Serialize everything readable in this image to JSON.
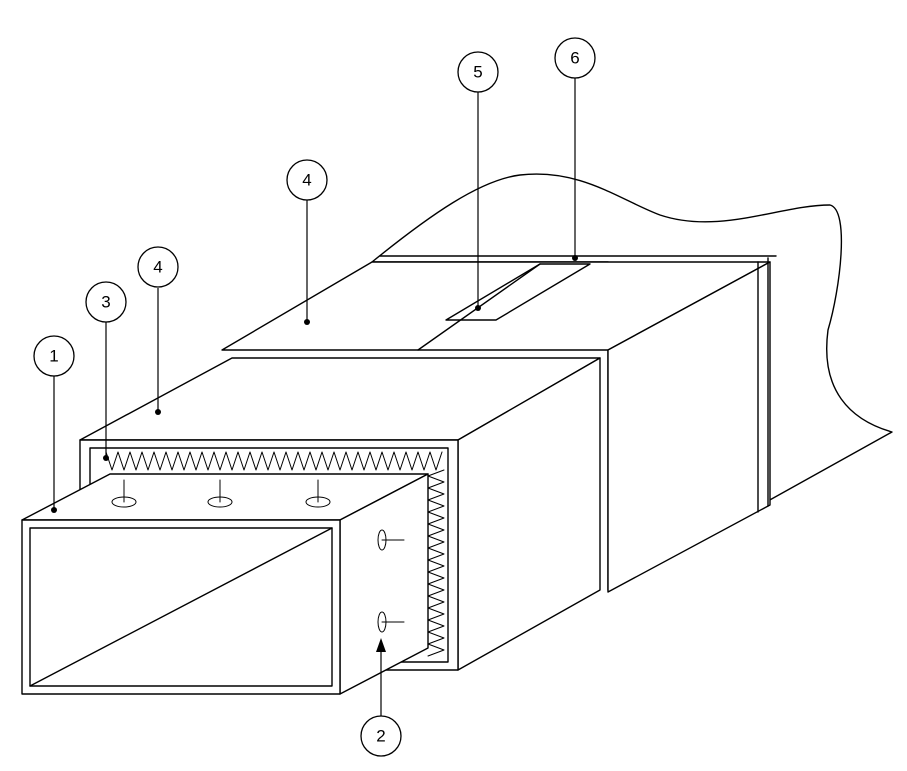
{
  "callouts": [
    {
      "id": "1",
      "label": "1"
    },
    {
      "id": "2",
      "label": "2"
    },
    {
      "id": "3",
      "label": "3"
    },
    {
      "id": "4a",
      "label": "4"
    },
    {
      "id": "4b",
      "label": "4"
    },
    {
      "id": "5",
      "label": "5"
    },
    {
      "id": "6",
      "label": "6"
    }
  ]
}
